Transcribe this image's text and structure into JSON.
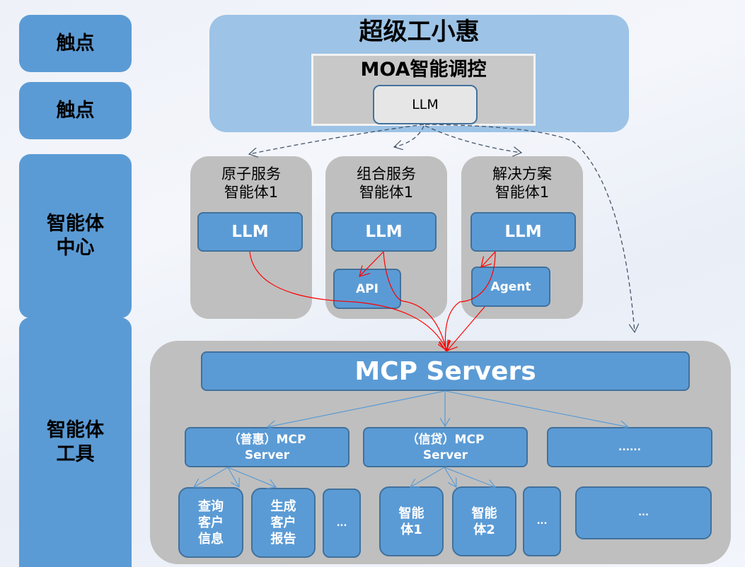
{
  "side_labels": [
    {
      "text": "触点"
    },
    {
      "text": "触点"
    },
    {
      "line1": "智能体",
      "line2": "中心"
    },
    {
      "line1": "智能体",
      "line2": "工具"
    }
  ],
  "top": {
    "title": "超级工小惠",
    "moa_title": "MOA智能调控",
    "llm": "LLM"
  },
  "agents": [
    {
      "line1": "原子服务",
      "line2": "智能体1",
      "llm": "LLM"
    },
    {
      "line1": "组合服务",
      "line2": "智能体1",
      "llm": "LLM",
      "sub": "API"
    },
    {
      "line1": "解决方案",
      "line2": "智能体1",
      "llm": "LLM",
      "sub": "Agent"
    }
  ],
  "mcp": {
    "title": "MCP Servers",
    "servers": [
      {
        "line1": "（普惠）MCP",
        "line2": "Server"
      },
      {
        "line1": "（信贷）MCP",
        "line2": "Server"
      },
      {
        "line1": "......",
        "line2": ""
      }
    ],
    "tools": [
      {
        "lines": [
          "查询",
          "客户",
          "信息"
        ]
      },
      {
        "lines": [
          "生成",
          "客户",
          "报告"
        ]
      },
      {
        "lines": [
          "..."
        ]
      },
      {
        "lines": [
          "智能",
          "体1"
        ]
      },
      {
        "lines": [
          "智能",
          "体2"
        ]
      },
      {
        "lines": [
          "..."
        ]
      },
      {
        "lines": [
          "..."
        ]
      }
    ]
  },
  "colors": {
    "blue_box": "#5b9bd5",
    "blue_border": "#41719c",
    "top_panel": "#9dc3e6",
    "grey_panel": "#bfbfbf",
    "red_arrow": "#ff0000",
    "dashed_arrow": "#44546a"
  }
}
